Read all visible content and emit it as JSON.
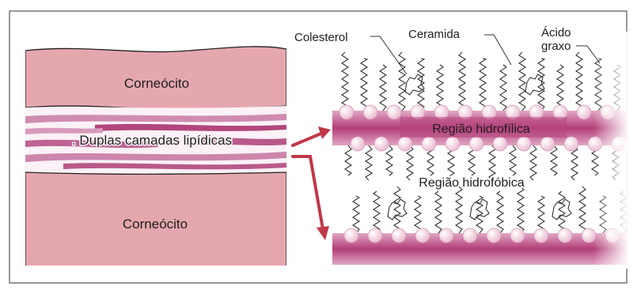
{
  "labels": {
    "corneocyte_top": "Corneócito",
    "corneocyte_bottom": "Corneócito",
    "lipid_bilayers": ". Duplas camadas lipídicas",
    "cholesterol": "Colesterol",
    "ceramide": "Ceramida",
    "fatty_acid_line1": "Ácido",
    "fatty_acid_line2": "graxo",
    "hydrophilic_region": "Região hidrofílica",
    "hydrophobic_region": "Região hidrofóbica"
  },
  "colors": {
    "frame": "#555555",
    "corneocyte_fill": "#e5a7ae",
    "corneocyte_border": "#222222",
    "lipid_band": "#a8336f",
    "lipid_light": "#f4d7e5",
    "head_group": "#f6dbe7",
    "tail": "#333333",
    "arrow": "#c23847"
  }
}
